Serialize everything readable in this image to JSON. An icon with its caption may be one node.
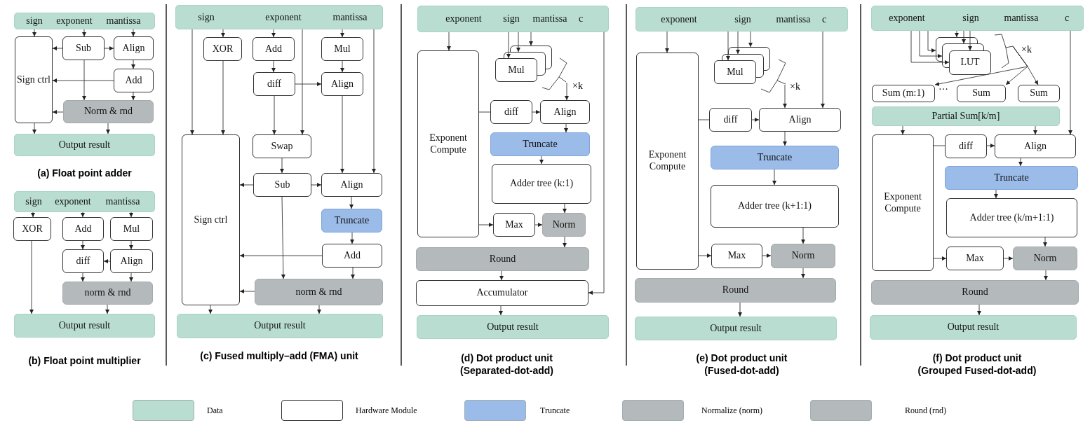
{
  "diagram": {
    "nodes": [
      {
        "text": [
          "sign",
          "exponent",
          "mantissa"
        ]
      },
      {
        "text": [
          "Sign ctrl"
        ]
      },
      {
        "text": [
          "Sub"
        ]
      },
      {
        "text": [
          "Align"
        ]
      },
      {
        "text": [
          "Add"
        ]
      },
      {
        "text": [
          "Norm & rnd"
        ]
      },
      {
        "text": [
          "Output result"
        ]
      },
      {
        "text": [
          "sign",
          "exponent",
          "mantissa"
        ]
      },
      {
        "text": [
          "XOR"
        ]
      },
      {
        "text": [
          "Add"
        ]
      },
      {
        "text": [
          "Mul"
        ]
      },
      {
        "text": [
          "diff"
        ]
      },
      {
        "text": [
          "Align"
        ]
      },
      {
        "text": [
          "norm & rnd"
        ]
      },
      {
        "text": [
          "Output result"
        ]
      },
      {
        "text": [
          "sign",
          "exponent",
          "mantissa"
        ]
      },
      {
        "text": [
          "XOR"
        ]
      },
      {
        "text": [
          "Add"
        ]
      },
      {
        "text": [
          "Mul"
        ]
      },
      {
        "text": [
          "diff"
        ]
      },
      {
        "text": [
          "Align"
        ]
      },
      {
        "text": [
          "Sign ctrl"
        ]
      },
      {
        "text": [
          "Swap"
        ]
      },
      {
        "text": [
          "Sub"
        ]
      },
      {
        "text": [
          "Align"
        ]
      },
      {
        "text": [
          "Truncate"
        ]
      },
      {
        "text": [
          "Add"
        ]
      },
      {
        "text": [
          "norm & rnd"
        ]
      },
      {
        "text": [
          "Output result"
        ]
      },
      {
        "text": [
          "exponent",
          "sign",
          "mantissa",
          "c"
        ]
      },
      {
        "text": [
          "Mul"
        ]
      },
      {
        "text": [
          "Exponent Compute"
        ]
      },
      {
        "text": [
          "diff"
        ]
      },
      {
        "text": [
          "Align"
        ]
      },
      {
        "text": [
          "Truncate"
        ]
      },
      {
        "text": [
          "Adder tree (k:1)"
        ]
      },
      {
        "text": [
          "Max"
        ]
      },
      {
        "text": [
          "Norm"
        ]
      },
      {
        "text": [
          "Round"
        ]
      },
      {
        "text": [
          "Accumulator"
        ]
      },
      {
        "text": [
          "Output result"
        ]
      },
      {
        "text": [
          "exponent",
          "sign",
          "mantissa",
          "c"
        ]
      },
      {
        "text": [
          "Mul"
        ]
      },
      {
        "text": [
          "Exponent Compute"
        ]
      },
      {
        "text": [
          "diff"
        ]
      },
      {
        "text": [
          "Align"
        ]
      },
      {
        "text": [
          "Truncate"
        ]
      },
      {
        "text": [
          "Adder tree (k+1:1)"
        ]
      },
      {
        "text": [
          "Max"
        ]
      },
      {
        "text": [
          "Norm"
        ]
      },
      {
        "text": [
          "Round"
        ]
      },
      {
        "text": [
          "Output result"
        ]
      },
      {
        "text": [
          "exponent",
          "sign",
          "mantissa",
          "c"
        ]
      },
      {
        "text": [
          "LUT"
        ]
      },
      {
        "text": [
          "Sum (m:1)"
        ]
      },
      {
        "text": [
          "Sum"
        ]
      },
      {
        "text": [
          "Sum"
        ]
      },
      {
        "text": [
          "Partial Sum[k/m]"
        ]
      },
      {
        "text": [
          "Exponent Compute"
        ]
      },
      {
        "text": [
          "diff"
        ]
      },
      {
        "text": [
          "Align"
        ]
      },
      {
        "text": [
          "Truncate"
        ]
      },
      {
        "text": [
          "Adder tree (k/m+1:1)"
        ]
      },
      {
        "text": [
          "Max"
        ]
      },
      {
        "text": [
          "Norm"
        ]
      },
      {
        "text": [
          "Round"
        ]
      },
      {
        "text": [
          "Output result"
        ]
      }
    ],
    "edges": [
      {
        "from": 0,
        "to": 1,
        "arrow": "to"
      },
      {
        "from": 0,
        "to": 2,
        "arrow": "to"
      },
      {
        "from": 0,
        "to": 3,
        "arrow": "to"
      },
      {
        "from": 2,
        "to": 1,
        "arrow": "to"
      },
      {
        "from": 2,
        "to": 3,
        "arrow": "to"
      },
      {
        "from": 3,
        "to": 4,
        "arrow": "to"
      },
      {
        "from": 4,
        "to": 1,
        "arrow": "to"
      },
      {
        "from": 2,
        "to": 5,
        "arrow": "to"
      },
      {
        "from": 4,
        "to": 5,
        "arrow": "to"
      },
      {
        "from": 5,
        "to": 1,
        "arrow": "to"
      },
      {
        "from": 1,
        "to": 6,
        "arrow": "to"
      },
      {
        "from": 5,
        "to": 6,
        "arrow": "to"
      },
      {
        "from": 7,
        "to": 8,
        "arrow": "to"
      },
      {
        "from": 7,
        "to": 9,
        "arrow": "to"
      },
      {
        "from": 7,
        "to": 10,
        "arrow": "to"
      },
      {
        "from": 9,
        "to": 11,
        "arrow": "to"
      },
      {
        "from": 10,
        "to": 12,
        "arrow": "to"
      },
      {
        "from": 12,
        "to": 11,
        "arrow": "to"
      },
      {
        "from": 11,
        "to": 13,
        "arrow": "to"
      },
      {
        "from": 12,
        "to": 13,
        "arrow": "to"
      },
      {
        "from": 8,
        "to": 14,
        "arrow": "to"
      },
      {
        "from": 13,
        "to": 14,
        "arrow": "to"
      },
      {
        "from": 15,
        "to": 21,
        "arrow": "to"
      },
      {
        "from": 15,
        "to": 16,
        "arrow": "to"
      },
      {
        "from": 15,
        "to": 17,
        "arrow": "to"
      },
      {
        "from": 15,
        "to": 22,
        "arrow": "to"
      },
      {
        "from": 15,
        "to": 18,
        "arrow": "to"
      },
      {
        "from": 15,
        "to": 24,
        "arrow": "to"
      },
      {
        "from": 16,
        "to": 21,
        "arrow": "to"
      },
      {
        "from": 17,
        "to": 19,
        "arrow": "to"
      },
      {
        "from": 18,
        "to": 20,
        "arrow": "to"
      },
      {
        "from": 19,
        "to": 20,
        "arrow": "to"
      },
      {
        "from": 19,
        "to": 22,
        "arrow": "to"
      },
      {
        "from": 20,
        "to": 24,
        "arrow": "to"
      },
      {
        "from": 22,
        "to": 23,
        "arrow": "to"
      },
      {
        "from": 23,
        "to": 21,
        "arrow": "to"
      },
      {
        "from": 23,
        "to": 24,
        "arrow": "to"
      },
      {
        "from": 23,
        "to": 27,
        "arrow": "to"
      },
      {
        "from": 24,
        "to": 25,
        "arrow": "to"
      },
      {
        "from": 25,
        "to": 26,
        "arrow": "to"
      },
      {
        "from": 26,
        "to": 21,
        "arrow": "to"
      },
      {
        "from": 26,
        "to": 27,
        "arrow": "to"
      },
      {
        "from": 27,
        "to": 21,
        "arrow": "to"
      },
      {
        "from": 21,
        "to": 28,
        "arrow": "to"
      },
      {
        "from": 27,
        "to": 28,
        "arrow": "to"
      },
      {
        "from": 29,
        "to": 31,
        "arrow": "to"
      },
      {
        "from": 29,
        "to": 30,
        "arrow": "to"
      },
      {
        "from": 29,
        "to": 30,
        "arrow": "to"
      },
      {
        "from": 29,
        "to": 30,
        "arrow": "to"
      },
      {
        "from": 30,
        "to": 33,
        "arrow": "to"
      },
      {
        "from": 31,
        "to": 32,
        "arrow": "none"
      },
      {
        "from": 32,
        "to": 33,
        "arrow": "to"
      },
      {
        "from": 33,
        "to": 34,
        "arrow": "to"
      },
      {
        "from": 34,
        "to": 35,
        "arrow": "to"
      },
      {
        "from": 35,
        "to": 37,
        "arrow": "to"
      },
      {
        "from": 31,
        "to": 36,
        "arrow": "to"
      },
      {
        "from": 36,
        "to": 37,
        "arrow": "to"
      },
      {
        "from": 37,
        "to": 38,
        "arrow": "to"
      },
      {
        "from": 38,
        "to": 39,
        "arrow": "to"
      },
      {
        "from": 29,
        "to": 39,
        "arrow": "to"
      },
      {
        "from": 39,
        "to": 40,
        "arrow": "to"
      },
      {
        "from": 41,
        "to": 43,
        "arrow": "to"
      },
      {
        "from": 41,
        "to": 42,
        "arrow": "to"
      },
      {
        "from": 41,
        "to": 42,
        "arrow": "to"
      },
      {
        "from": 41,
        "to": 42,
        "arrow": "to"
      },
      {
        "from": 42,
        "to": 45,
        "arrow": "to"
      },
      {
        "from": 41,
        "to": 45,
        "arrow": "to"
      },
      {
        "from": 43,
        "to": 44,
        "arrow": "none"
      },
      {
        "from": 44,
        "to": 45,
        "arrow": "to"
      },
      {
        "from": 45,
        "to": 46,
        "arrow": "to"
      },
      {
        "from": 46,
        "to": 47,
        "arrow": "to"
      },
      {
        "from": 47,
        "to": 49,
        "arrow": "to"
      },
      {
        "from": 43,
        "to": 48,
        "arrow": "to"
      },
      {
        "from": 48,
        "to": 49,
        "arrow": "to"
      },
      {
        "from": 49,
        "to": 50,
        "arrow": "to"
      },
      {
        "from": 50,
        "to": 51,
        "arrow": "to"
      },
      {
        "from": 52,
        "to": 53,
        "arrow": "to"
      },
      {
        "from": 52,
        "to": 53,
        "arrow": "to"
      },
      {
        "from": 52,
        "to": 53,
        "arrow": "to"
      },
      {
        "from": 52,
        "to": 53,
        "arrow": "to"
      },
      {
        "from": 52,
        "to": 53,
        "arrow": "to"
      },
      {
        "from": 52,
        "to": 53,
        "arrow": "to"
      },
      {
        "from": 53,
        "to": 54,
        "arrow": "to"
      },
      {
        "from": 53,
        "to": 55,
        "arrow": "to"
      },
      {
        "from": 53,
        "to": 56,
        "arrow": "to"
      },
      {
        "from": 57,
        "to": 58,
        "arrow": "to"
      },
      {
        "from": 57,
        "to": 60,
        "arrow": "to"
      },
      {
        "from": 52,
        "to": 60,
        "arrow": "to"
      },
      {
        "from": 58,
        "to": 59,
        "arrow": "none"
      },
      {
        "from": 59,
        "to": 60,
        "arrow": "to"
      },
      {
        "from": 60,
        "to": 61,
        "arrow": "to"
      },
      {
        "from": 61,
        "to": 62,
        "arrow": "to"
      },
      {
        "from": 62,
        "to": 64,
        "arrow": "to"
      },
      {
        "from": 58,
        "to": 63,
        "arrow": "to"
      },
      {
        "from": 63,
        "to": 64,
        "arrow": "to"
      },
      {
        "from": 64,
        "to": 65,
        "arrow": "to"
      },
      {
        "from": 65,
        "to": 66,
        "arrow": "to"
      }
    ],
    "labels": [
      "(a) Float point adder",
      "(b) Float point multiplier",
      "(c) Fused multiply–add (FMA) unit",
      "×k",
      "(d) Dot product unit (Separated-dot-add)",
      "×k",
      "(e) Dot product unit (Fused-dot-add)",
      "×k",
      "···",
      "(f) Dot product unit (Grouped Fused-dot-add)"
    ],
    "legend": [
      {
        "text": "Data",
        "color": "#b9ddd1"
      },
      {
        "text": "Hardware Module",
        "color": "#ffffff"
      },
      {
        "text": "Truncate",
        "color": "#9bbbe8"
      },
      {
        "text": "Normalize (norm)",
        "color": "#b4b9bb"
      },
      {
        "text": "Round (rnd)",
        "color": "#b4b9bb"
      }
    ]
  }
}
